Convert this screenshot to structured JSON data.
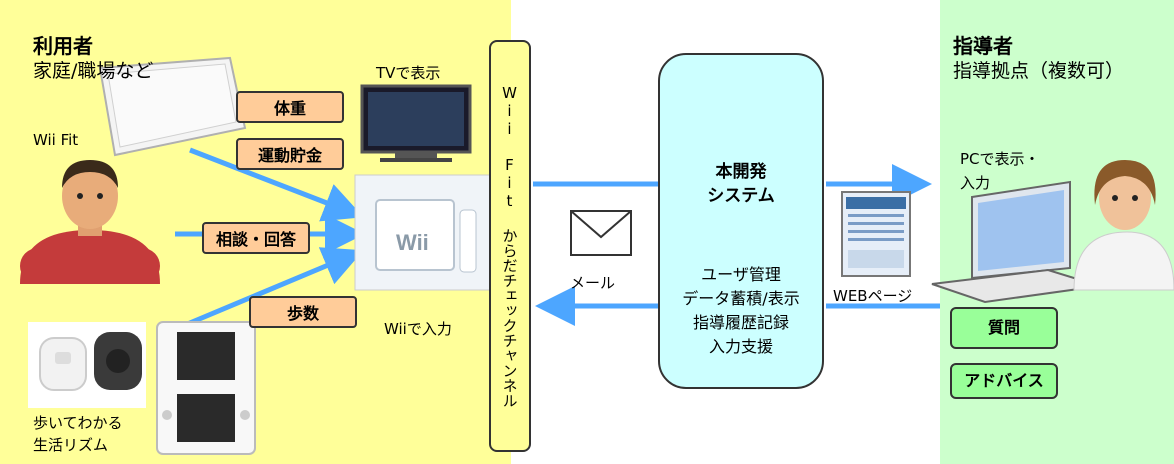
{
  "user": {
    "title": "利用者",
    "subtitle": "家庭/職場など",
    "wii_fit": "Wii Fit",
    "tv_label": "TVで表示",
    "wii_input": "Wiiで入力",
    "pedometer_line1": "歩いてわかる",
    "pedometer_line2": "生活リズム",
    "tags": {
      "weight": "体重",
      "savings": "運動貯金",
      "consult": "相談・回答",
      "steps": "歩数"
    }
  },
  "channel": {
    "label": "Wii Fit からだチェックチャンネル"
  },
  "system": {
    "cylinder_line1": "本開発",
    "cylinder_line2": "システム",
    "functions": [
      "ユーザ管理",
      "データ蓄積/表示",
      "指導履歴記録",
      "入力支援"
    ]
  },
  "mail_label": "メール",
  "web_label": "WEBページ",
  "instructor": {
    "title": "指導者",
    "subtitle": "指導拠点（複数可）",
    "pc_line1": "PCで表示・",
    "pc_line2": "入力",
    "question": "質問",
    "advice": "アドバイス"
  },
  "colors": {
    "user_bg": "#ffff99",
    "instructor_bg": "#ccffcc",
    "system_bg": "#ccffff",
    "arrow": "#4da6ff",
    "tag_orange": "#ffcc99",
    "tag_green": "#99ff99"
  }
}
